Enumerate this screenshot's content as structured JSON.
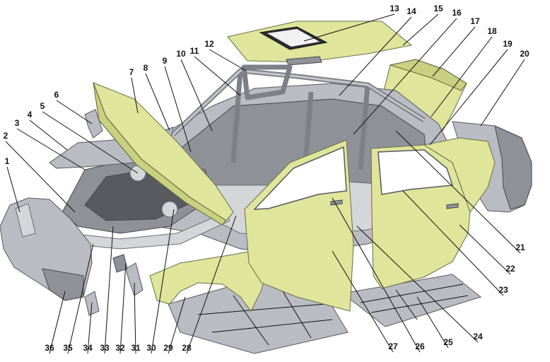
{
  "callouts": [
    {
      "n": "1"
    },
    {
      "n": "2"
    },
    {
      "n": "3"
    },
    {
      "n": "4"
    },
    {
      "n": "5"
    },
    {
      "n": "6"
    },
    {
      "n": "7"
    },
    {
      "n": "8"
    },
    {
      "n": "9"
    },
    {
      "n": "10"
    },
    {
      "n": "11"
    },
    {
      "n": "12"
    },
    {
      "n": "13"
    },
    {
      "n": "14"
    },
    {
      "n": "15"
    },
    {
      "n": "16"
    },
    {
      "n": "17"
    },
    {
      "n": "18"
    },
    {
      "n": "19"
    },
    {
      "n": "20"
    },
    {
      "n": "21"
    },
    {
      "n": "22"
    },
    {
      "n": "23"
    },
    {
      "n": "24"
    },
    {
      "n": "25"
    },
    {
      "n": "26"
    },
    {
      "n": "27"
    },
    {
      "n": "28"
    },
    {
      "n": "29"
    },
    {
      "n": "30"
    },
    {
      "n": "31"
    },
    {
      "n": "32"
    },
    {
      "n": "33"
    },
    {
      "n": "34"
    },
    {
      "n": "35"
    },
    {
      "n": "36"
    }
  ],
  "colors": {
    "panel": "#dfe59a",
    "metal": "#b9bcc2",
    "text": "#111111"
  }
}
